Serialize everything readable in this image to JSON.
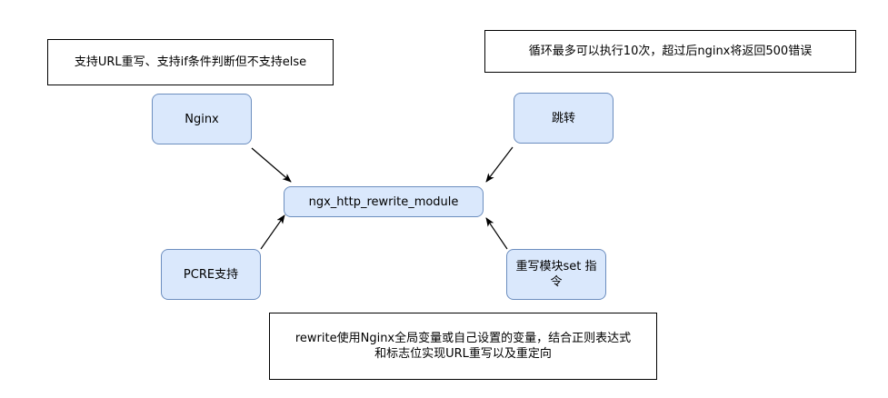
{
  "center": {
    "label": "ngx_http_rewrite_module"
  },
  "nodes": {
    "nginx": "Nginx",
    "pcre": "PCRE支持",
    "jump": "跳转",
    "set_directive": "重写模块set 指令"
  },
  "notes": {
    "url_rewrite": "支持URL重写、支持if条件判断但不支持else",
    "loop_limit": "循环最多可以执行10次，超过后nginx将返回500错误",
    "description_line1": "rewrite使用Nginx全局变量或自己设置的变量，结合正则表达式",
    "description_line2": "和标志位实现URL重写以及重定向"
  },
  "colors": {
    "node_fill": "#dae8fc",
    "node_stroke": "#6c8ebf",
    "arrow": "#000000"
  }
}
